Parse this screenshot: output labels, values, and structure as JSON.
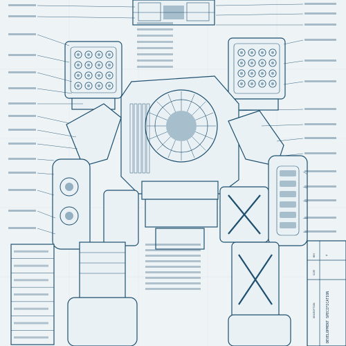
{
  "palette": {
    "background": "#eef3f6",
    "ink": "#1d4f6e",
    "fill": "#2a5f80",
    "panel": "#eaf1f5"
  },
  "title_block": {
    "rows": [
      "REV",
      "A",
      "SIZE",
      "DESCRIPTION",
      "DEVELOPMENT SPECIFICATION"
    ]
  },
  "side_table": {
    "rows": [
      "",
      "",
      "",
      "",
      "",
      "",
      ""
    ]
  },
  "components": {
    "head": "head-sensor-module",
    "left_shoulder": "left-missile-launcher-pod",
    "right_shoulder": "right-missile-launcher-pod",
    "torso": "cockpit-torso-assembly",
    "left_arm": "left-arm-actuator",
    "right_arm": "right-arm-actuator",
    "left_leg": "left-leg-assembly",
    "right_leg": "right-leg-assembly"
  }
}
